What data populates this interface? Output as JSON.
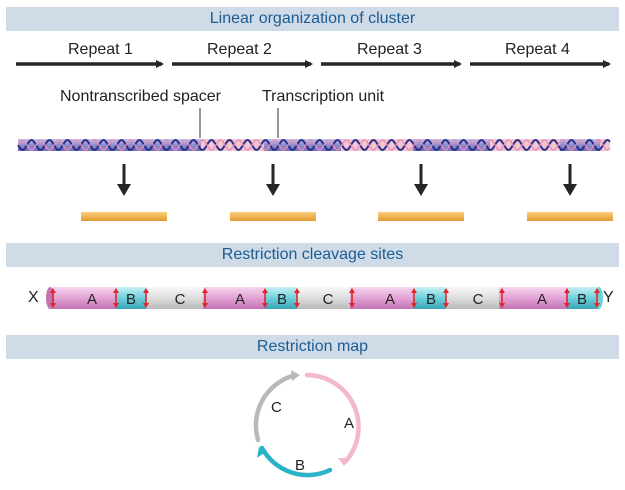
{
  "sections": {
    "linear": "Linear organization of cluster",
    "sites": "Restriction cleavage sites",
    "map": "Restriction map"
  },
  "repeats": [
    "Repeat 1",
    "Repeat 2",
    "Repeat 3",
    "Repeat 4"
  ],
  "annotations": {
    "spacer": "Nontranscribed spacer",
    "unit": "Transcription unit"
  },
  "cleavage": {
    "left_end": "X",
    "right_end": "Y",
    "segment_labels": [
      "A",
      "B",
      "C",
      "A",
      "B",
      "C",
      "A",
      "B",
      "C",
      "A",
      "B"
    ]
  },
  "map_labels": {
    "a": "A",
    "b": "B",
    "c": "C"
  },
  "colors": {
    "band_bg": "#cfdbe7",
    "band_text": "#1b5d93",
    "segment_a": "#e3a3d6",
    "segment_b": "#6fd0dc",
    "segment_c": "#e0e0e0",
    "transcript": "#f0a83c",
    "cut_mark": "#e0262a",
    "arc_a": "#f3b7cf",
    "arc_b": "#2ab3c8",
    "arc_c": "#b9b9b9"
  }
}
